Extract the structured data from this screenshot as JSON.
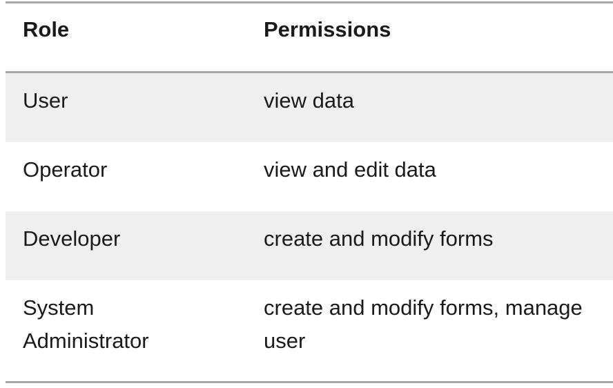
{
  "table": {
    "headers": {
      "role": "Role",
      "permissions": "Permissions"
    },
    "rows": [
      {
        "role": "User",
        "permissions": "view data"
      },
      {
        "role": "Operator",
        "permissions": "view and edit data"
      },
      {
        "role": "Developer",
        "permissions": "create and modify forms"
      },
      {
        "role": "System\nAdministrator",
        "permissions": "create and modify forms, manage\nuser"
      }
    ]
  },
  "colors": {
    "rule": "#a6a6a6",
    "shaded_row": "#efefef",
    "text": "#1a1a1a"
  }
}
